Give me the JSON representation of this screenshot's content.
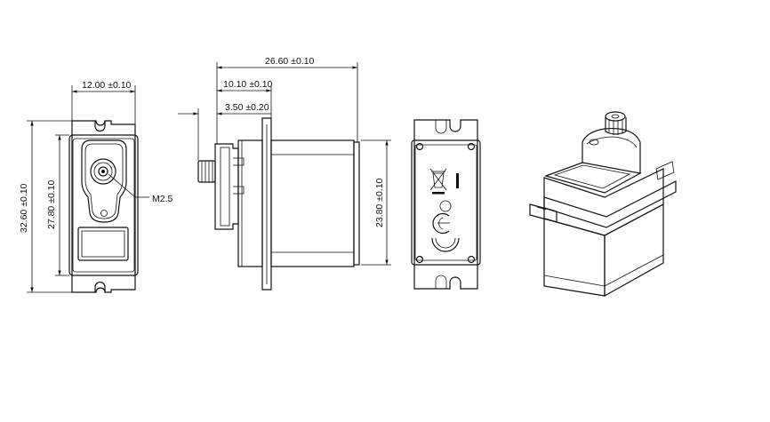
{
  "dimensions": {
    "front_width": "12.00 ±0.10",
    "front_height_overall": "32.60 ±0.10",
    "front_height_body": "27.80 ±0.10",
    "thread_label": "M2.5",
    "side_length_overall": "26.60 ±0.10",
    "side_flange_offset": "10.10 ±0.10",
    "side_spline_length": "3.50 ±0.20",
    "bottom_height": "23.80 ±0.10"
  }
}
